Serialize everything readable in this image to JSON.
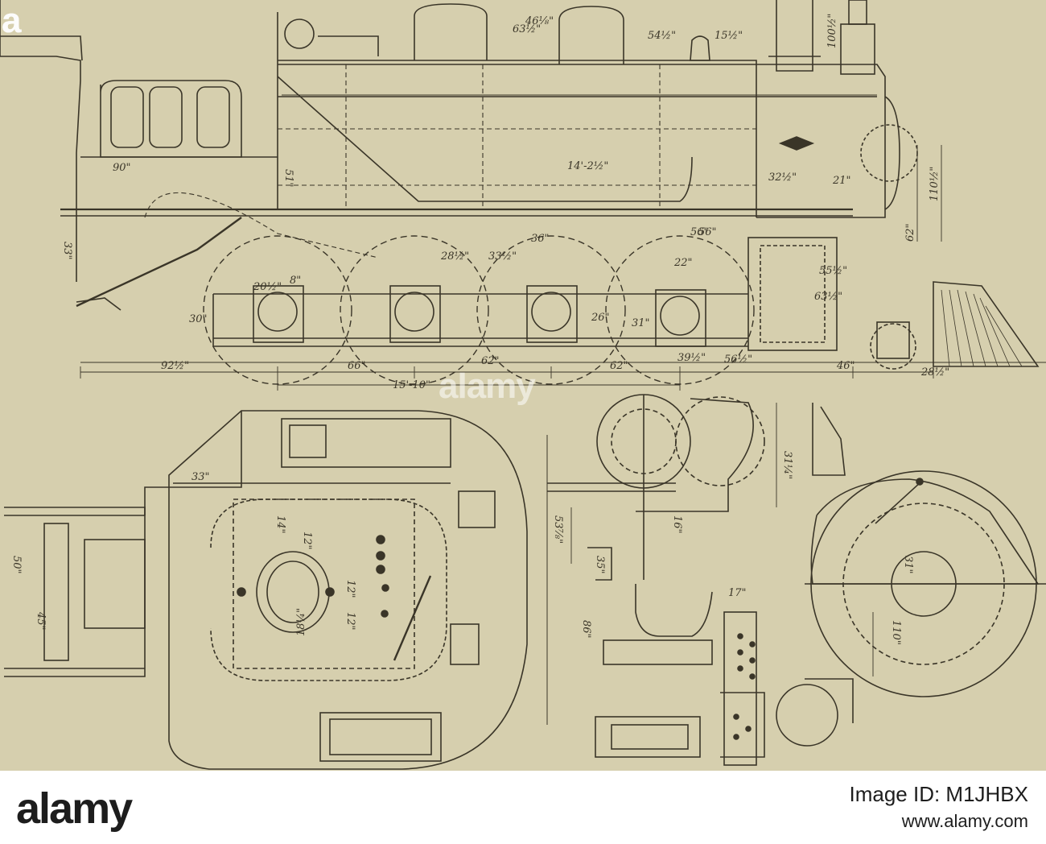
{
  "drawing": {
    "side_view_dimensions": [
      "90\"",
      "51\"",
      "33\"",
      "28½\"",
      "33½\"",
      "36\"",
      "56\"",
      "22\"",
      "30\"",
      "20½\"",
      "8\"",
      "26\"",
      "31\"",
      "56\"",
      "63½\"",
      "55½\"",
      "92½\"",
      "66\"",
      "62\"",
      "62\"",
      "39½\"",
      "56½\"",
      "46\"",
      "28½\"",
      "15'-10\"",
      "14'-2½\"",
      "32½\"",
      "21\"",
      "62\"",
      "110½\"",
      "46⅛\"",
      "63½\"",
      "54½\"",
      "15½\"",
      "100½\""
    ],
    "rear_view_dimensions": [
      "33\"",
      "50\"",
      "45\"",
      "12\"",
      "14\"",
      "18¼\"",
      "12\"",
      "12\""
    ],
    "front_view_dimensions": [
      "31¼\"",
      "53⅞\"",
      "35\"",
      "86\"",
      "16\"",
      "31\"",
      "110\"",
      "17\""
    ]
  },
  "watermark": {
    "text": "alamy"
  },
  "footer": {
    "logo": "alamy",
    "image_id": "Image ID: M1JHBX",
    "url": "www.alamy.com"
  }
}
